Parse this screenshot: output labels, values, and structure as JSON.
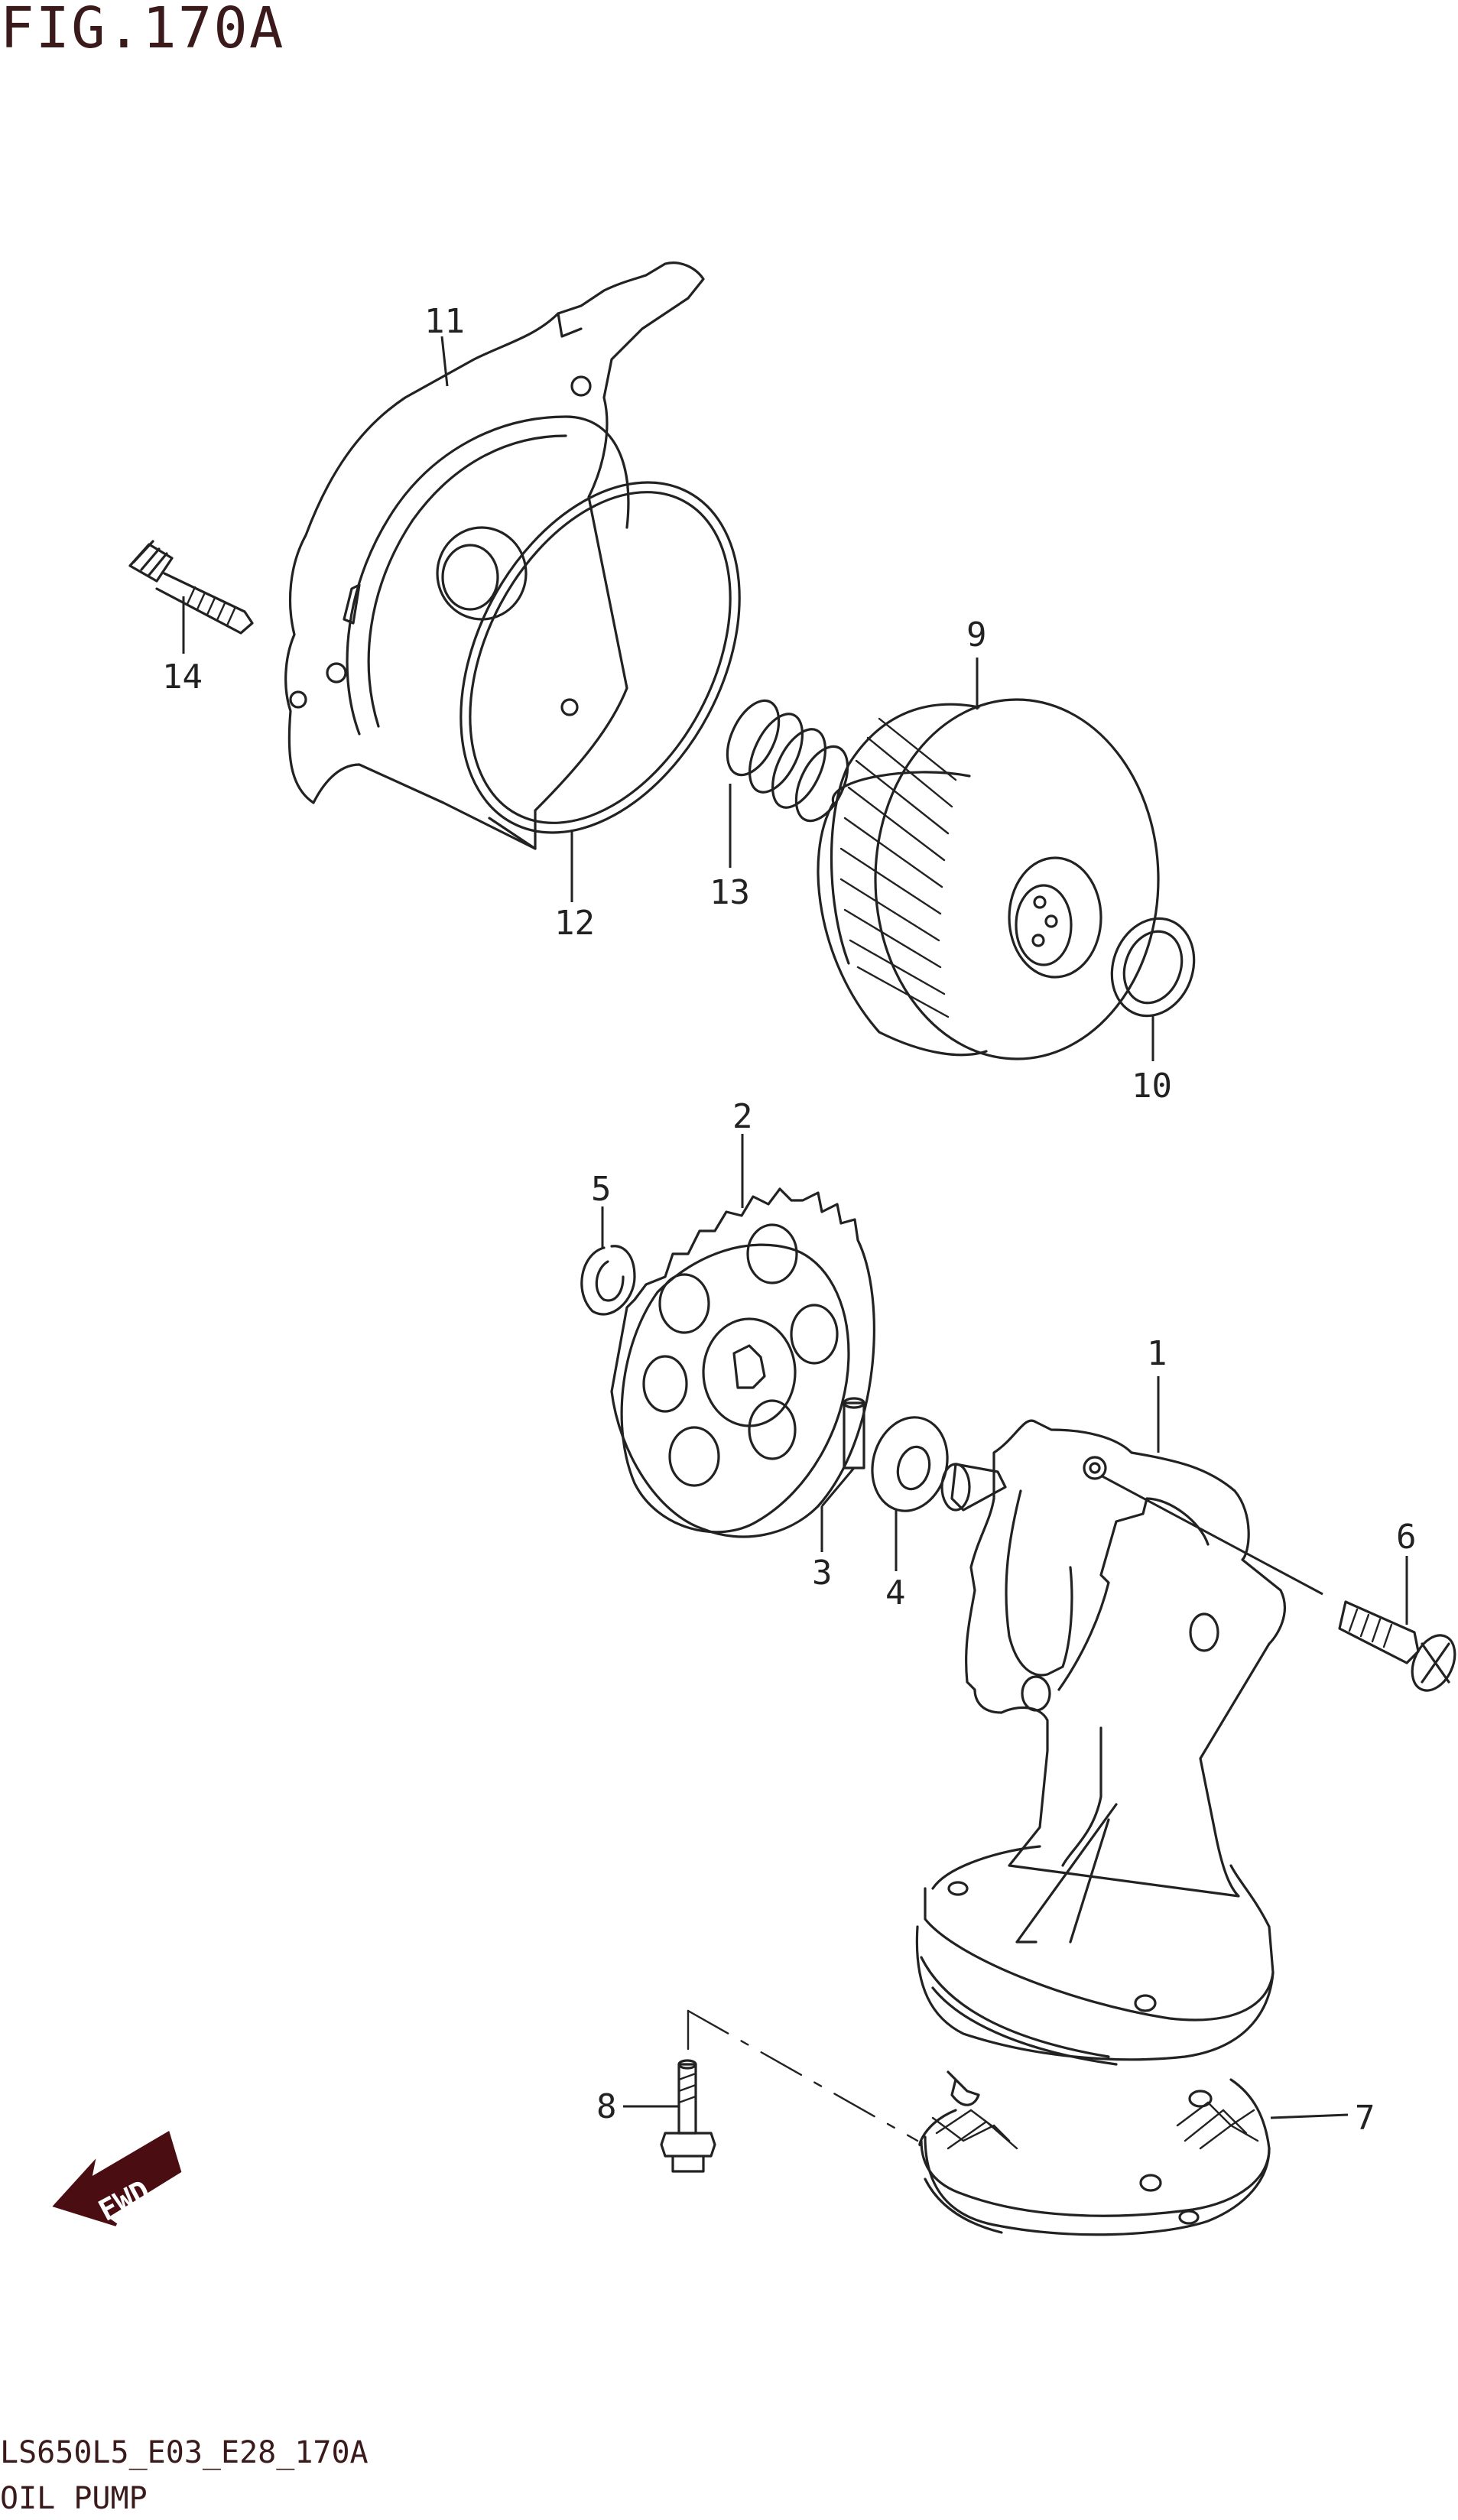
{
  "figure_title": "FIG.170A",
  "diagram_code": "LS650L5_E03_E28_170A",
  "diagram_name": "OIL PUMP",
  "fwd_label": "FWD",
  "fwd_color": "#4a0d12",
  "callouts": {
    "c1": "1",
    "c2": "2",
    "c3": "3",
    "c4": "4",
    "c5": "5",
    "c6": "6",
    "c7": "7",
    "c8": "8",
    "c9": "9",
    "c10": "10",
    "c11": "11",
    "c12": "12",
    "c13": "13",
    "c14": "14"
  }
}
